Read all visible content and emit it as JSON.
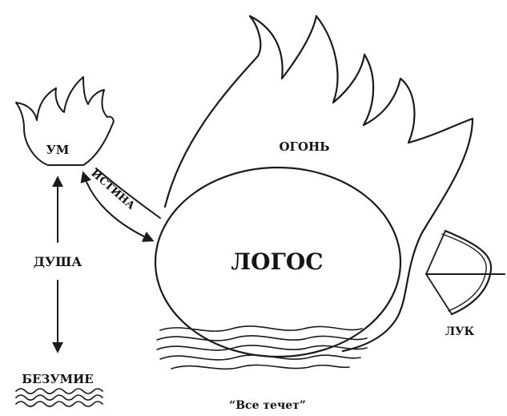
{
  "diagram": {
    "labels": {
      "logos": "ЛОГОС",
      "fire": "ОГОНЬ",
      "mind": "УМ",
      "truth": "ИСТИНА",
      "soul": "ДУША",
      "madness": "БЕЗУМИЕ",
      "bow": "ЛУК",
      "flow": "“Все течет”"
    },
    "colors": {
      "ink": "#1a1a1a",
      "paper": "#ffffff"
    }
  }
}
